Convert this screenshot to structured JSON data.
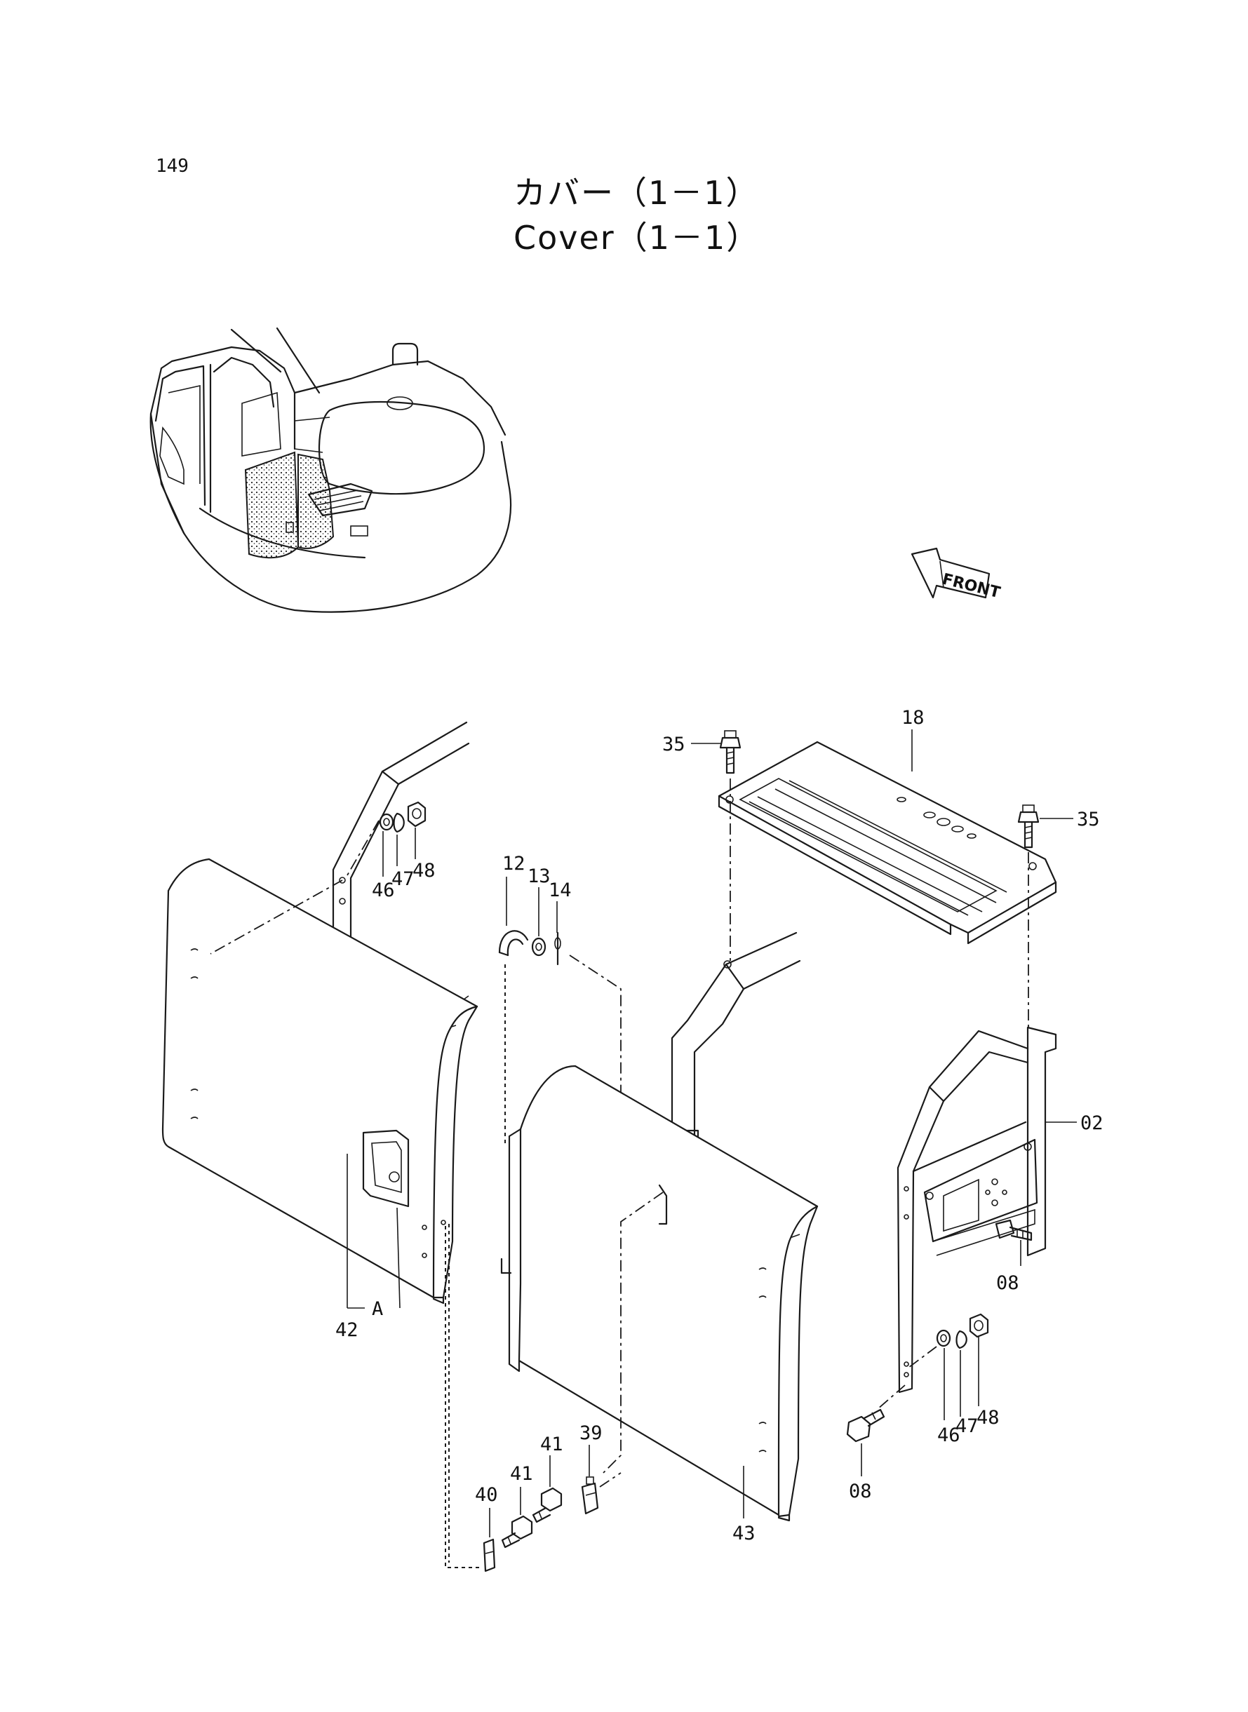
{
  "page": {
    "number": "149",
    "title_ja": "カバー（1－1）",
    "title_en": "Cover（1－1）"
  },
  "diagram": {
    "front_arrow_label": "FRONT",
    "section_marker": "A",
    "callouts": [
      {
        "id": "c-35a",
        "text": "35"
      },
      {
        "id": "c-18",
        "text": "18"
      },
      {
        "id": "c-35b",
        "text": "35"
      },
      {
        "id": "c-46a",
        "text": "46"
      },
      {
        "id": "c-47a",
        "text": "47"
      },
      {
        "id": "c-48a",
        "text": "48"
      },
      {
        "id": "c-12",
        "text": "12"
      },
      {
        "id": "c-13",
        "text": "13"
      },
      {
        "id": "c-14",
        "text": "14"
      },
      {
        "id": "c-02",
        "text": "02"
      },
      {
        "id": "c-08a",
        "text": "08"
      },
      {
        "id": "c-42",
        "text": "42"
      },
      {
        "id": "c-46b",
        "text": "46"
      },
      {
        "id": "c-47b",
        "text": "47"
      },
      {
        "id": "c-48b",
        "text": "48"
      },
      {
        "id": "c-08b",
        "text": "08"
      },
      {
        "id": "c-39",
        "text": "39"
      },
      {
        "id": "c-41a",
        "text": "41"
      },
      {
        "id": "c-41b",
        "text": "41"
      },
      {
        "id": "c-40",
        "text": "40"
      },
      {
        "id": "c-43",
        "text": "43"
      }
    ]
  }
}
